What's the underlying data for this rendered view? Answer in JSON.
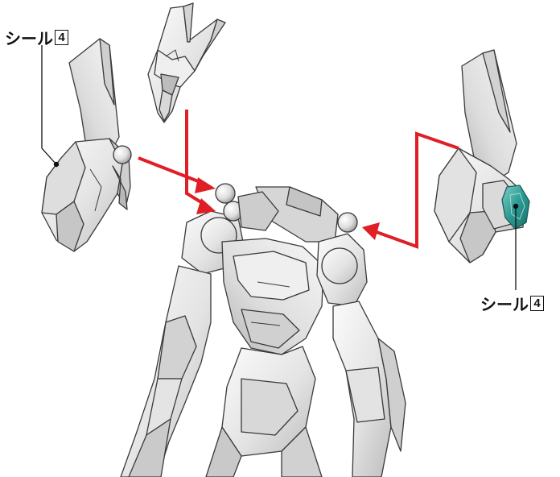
{
  "callouts": [
    {
      "text": "シール",
      "number": "4"
    },
    {
      "text": "シール",
      "number": "4"
    }
  ],
  "colors": {
    "arrow": "#e01e25",
    "seal": "#2a9a92",
    "part_fill": "#e9e9e9",
    "part_shade": "#c8c8c8",
    "outline": "#3a3a3a"
  }
}
